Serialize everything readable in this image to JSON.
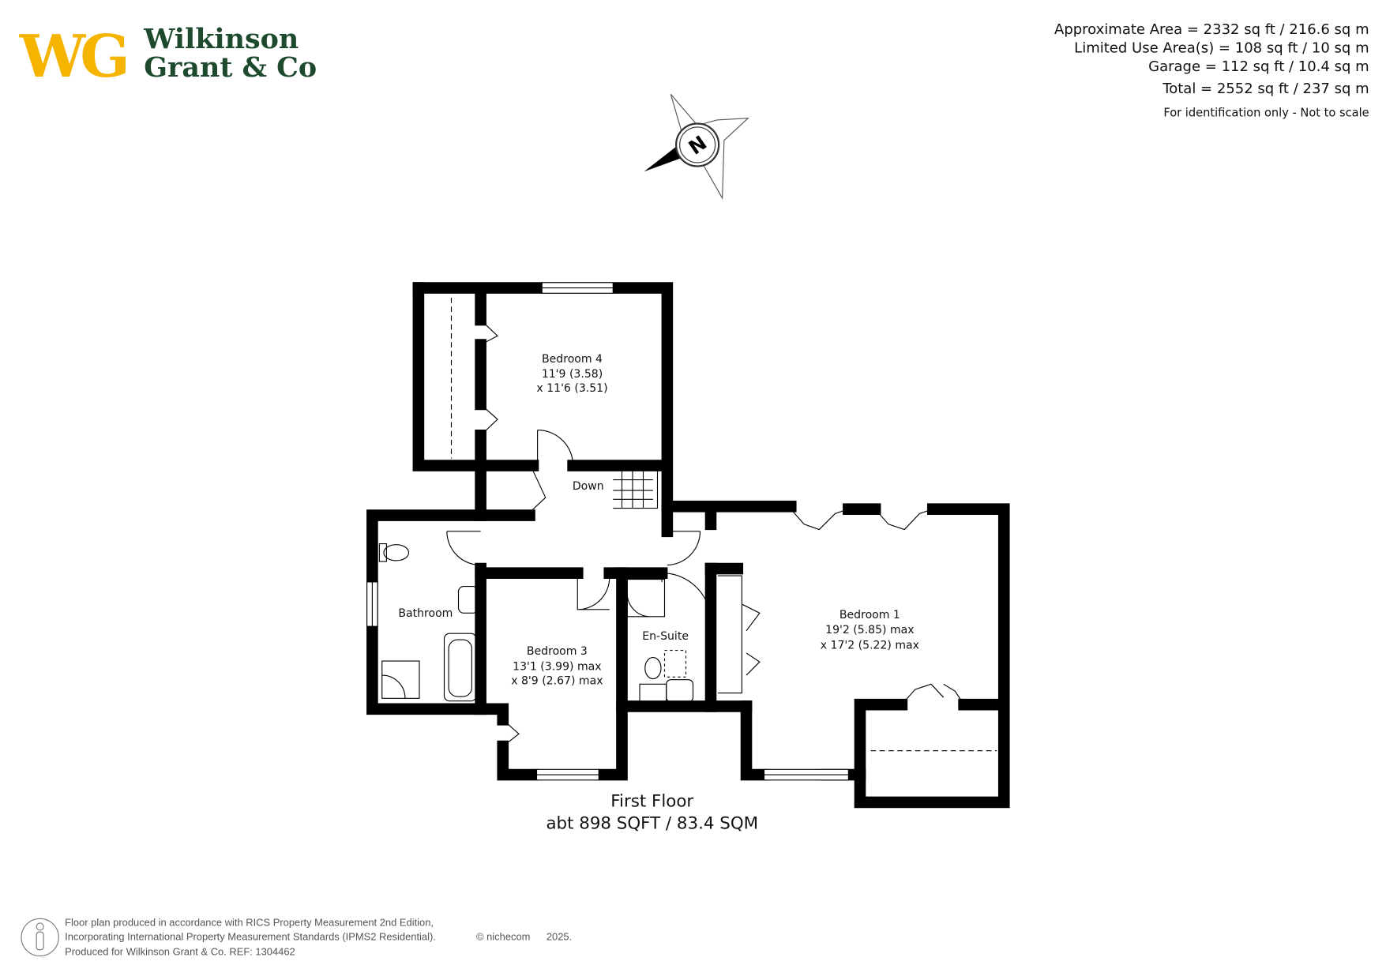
{
  "logo": {
    "mark": "WG",
    "line1": "Wilkinson",
    "line2": "Grant & Co",
    "colors": {
      "mark": "#f5b400",
      "text": "#1d4a2c"
    }
  },
  "areas": {
    "approximate": "Approximate Area = 2332 sq ft / 216.6 sq m",
    "limited_use": "Limited Use Area(s) = 108 sq ft / 10 sq m",
    "garage": "Garage = 112 sq ft / 10.4 sq m",
    "total": "Total = 2552 sq ft / 237 sq m",
    "disclaimer": "For identification only - Not to scale"
  },
  "compass": {
    "label": "N"
  },
  "rooms": {
    "bedroom4": {
      "name": "Bedroom 4",
      "dim1": "11'9 (3.58)",
      "dim2": "x 11'6 (3.51)"
    },
    "down": {
      "name": "Down"
    },
    "bathroom": {
      "name": "Bathroom"
    },
    "bedroom3": {
      "name": "Bedroom 3",
      "dim1": "13'1 (3.99) max",
      "dim2": "x 8'9 (2.67) max"
    },
    "ensuite": {
      "name": "En-Suite"
    },
    "bedroom1": {
      "name": "Bedroom 1",
      "dim1": "19'2 (5.85) max",
      "dim2": "x 17'2 (5.22) max"
    }
  },
  "floor": {
    "name": "First Floor",
    "area": "abt 898 SQFT / 83.4 SQM"
  },
  "footer": {
    "line1": "Floor plan produced in accordance with RICS Property Measurement 2nd Edition,",
    "line2": "Incorporating International Property Measurement Standards (IPMS2 Residential).",
    "copyright": "© nichecom",
    "year": "2025.",
    "line3": "Produced for Wilkinson Grant & Co.   REF:  1304462"
  }
}
